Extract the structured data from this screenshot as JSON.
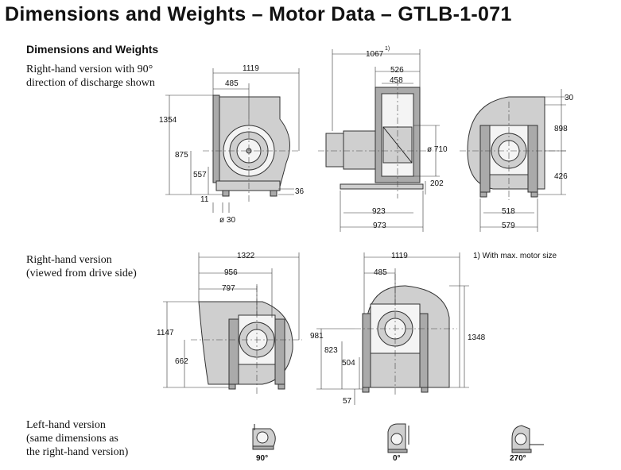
{
  "title": "Dimensions and Weights – Motor Data – GTLB-1-071",
  "subtitle": "Dimensions and Weights",
  "captions": {
    "rh_90": "Right-hand version with 90°\ndirection of discharge shown",
    "rh_drive": "Right-hand version\n(viewed from drive side)",
    "lh": "Left-hand version\n(same dimensions as\nthe right-hand version)"
  },
  "footnote": "1) With max. motor size",
  "dims": {
    "v1": {
      "w1119": "1119",
      "w485": "485",
      "h1354": "1354",
      "h875": "875",
      "h557": "557",
      "h36": "36",
      "h11": "11",
      "d30": "ø 30"
    },
    "v2": {
      "w1067": "1067",
      "sup1": "1)",
      "w526": "526",
      "w458": "458",
      "d710": "ø 710",
      "h202": "202",
      "w923": "923",
      "w973": "973"
    },
    "v3": {
      "h30": "30",
      "h898": "898",
      "h426": "426",
      "w518": "518",
      "w579": "579"
    },
    "v4": {
      "w1322": "1322",
      "w956": "956",
      "w797": "797",
      "h1147": "1147",
      "h662": "662"
    },
    "v5": {
      "w1119": "1119",
      "w485": "485",
      "h981": "981",
      "h823": "823",
      "h504": "504",
      "h57": "57",
      "h1348": "1348"
    }
  },
  "orientations": [
    "90°",
    "0°",
    "270°"
  ]
}
